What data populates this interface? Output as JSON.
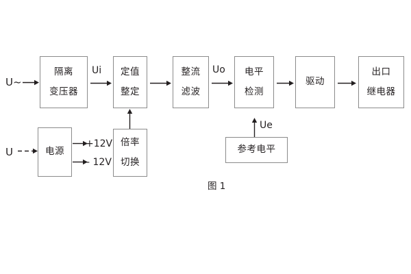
{
  "diagram": {
    "caption": "图 1",
    "blocks": [
      {
        "id": "isolation-transformer",
        "lines": [
          "隔离",
          "变压器"
        ]
      },
      {
        "id": "setting-value",
        "lines": [
          "定值",
          "整定"
        ]
      },
      {
        "id": "rectify-filter",
        "lines": [
          "整流",
          "滤波"
        ]
      },
      {
        "id": "level-detection",
        "lines": [
          "电平",
          "检测"
        ]
      },
      {
        "id": "drive",
        "lines": [
          "驱动"
        ]
      },
      {
        "id": "output-relay",
        "lines": [
          "出口",
          "继电器"
        ]
      },
      {
        "id": "power-supply",
        "lines": [
          "电源"
        ]
      },
      {
        "id": "multiplier-switch",
        "lines": [
          "倍率",
          "切换"
        ]
      },
      {
        "id": "reference-level",
        "lines": [
          "参考电平"
        ]
      }
    ],
    "signals": {
      "ac_input": "U~",
      "dc_input": "U",
      "ui": "Ui",
      "uo": "Uo",
      "ue": "Ue",
      "pos_rail": "+12V",
      "neg_rail": "- 12V"
    }
  },
  "colors": {
    "background": "#ffffff",
    "box_border": "#8a8a8a",
    "text": "#231f20",
    "line": "#231f20"
  }
}
